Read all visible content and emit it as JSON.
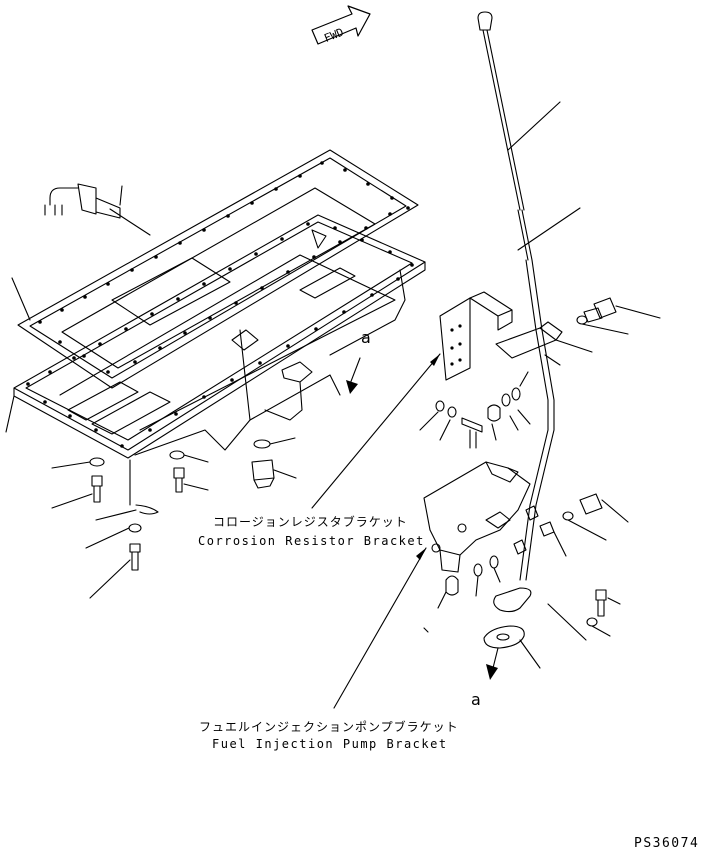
{
  "fwd_label": "FWD",
  "view_marker_top": "a",
  "view_marker_bottom": "a",
  "corrosion_bracket": {
    "jp": "コロージョンレジスタブラケット",
    "en": "Corrosion Resistor Bracket"
  },
  "pump_bracket": {
    "jp": "フュエルインジェクションポンプブラケット",
    "en": "Fuel Injection Pump Bracket"
  },
  "drawing_code": "PS36074",
  "colors": {
    "line": "#000000",
    "background": "#ffffff"
  }
}
